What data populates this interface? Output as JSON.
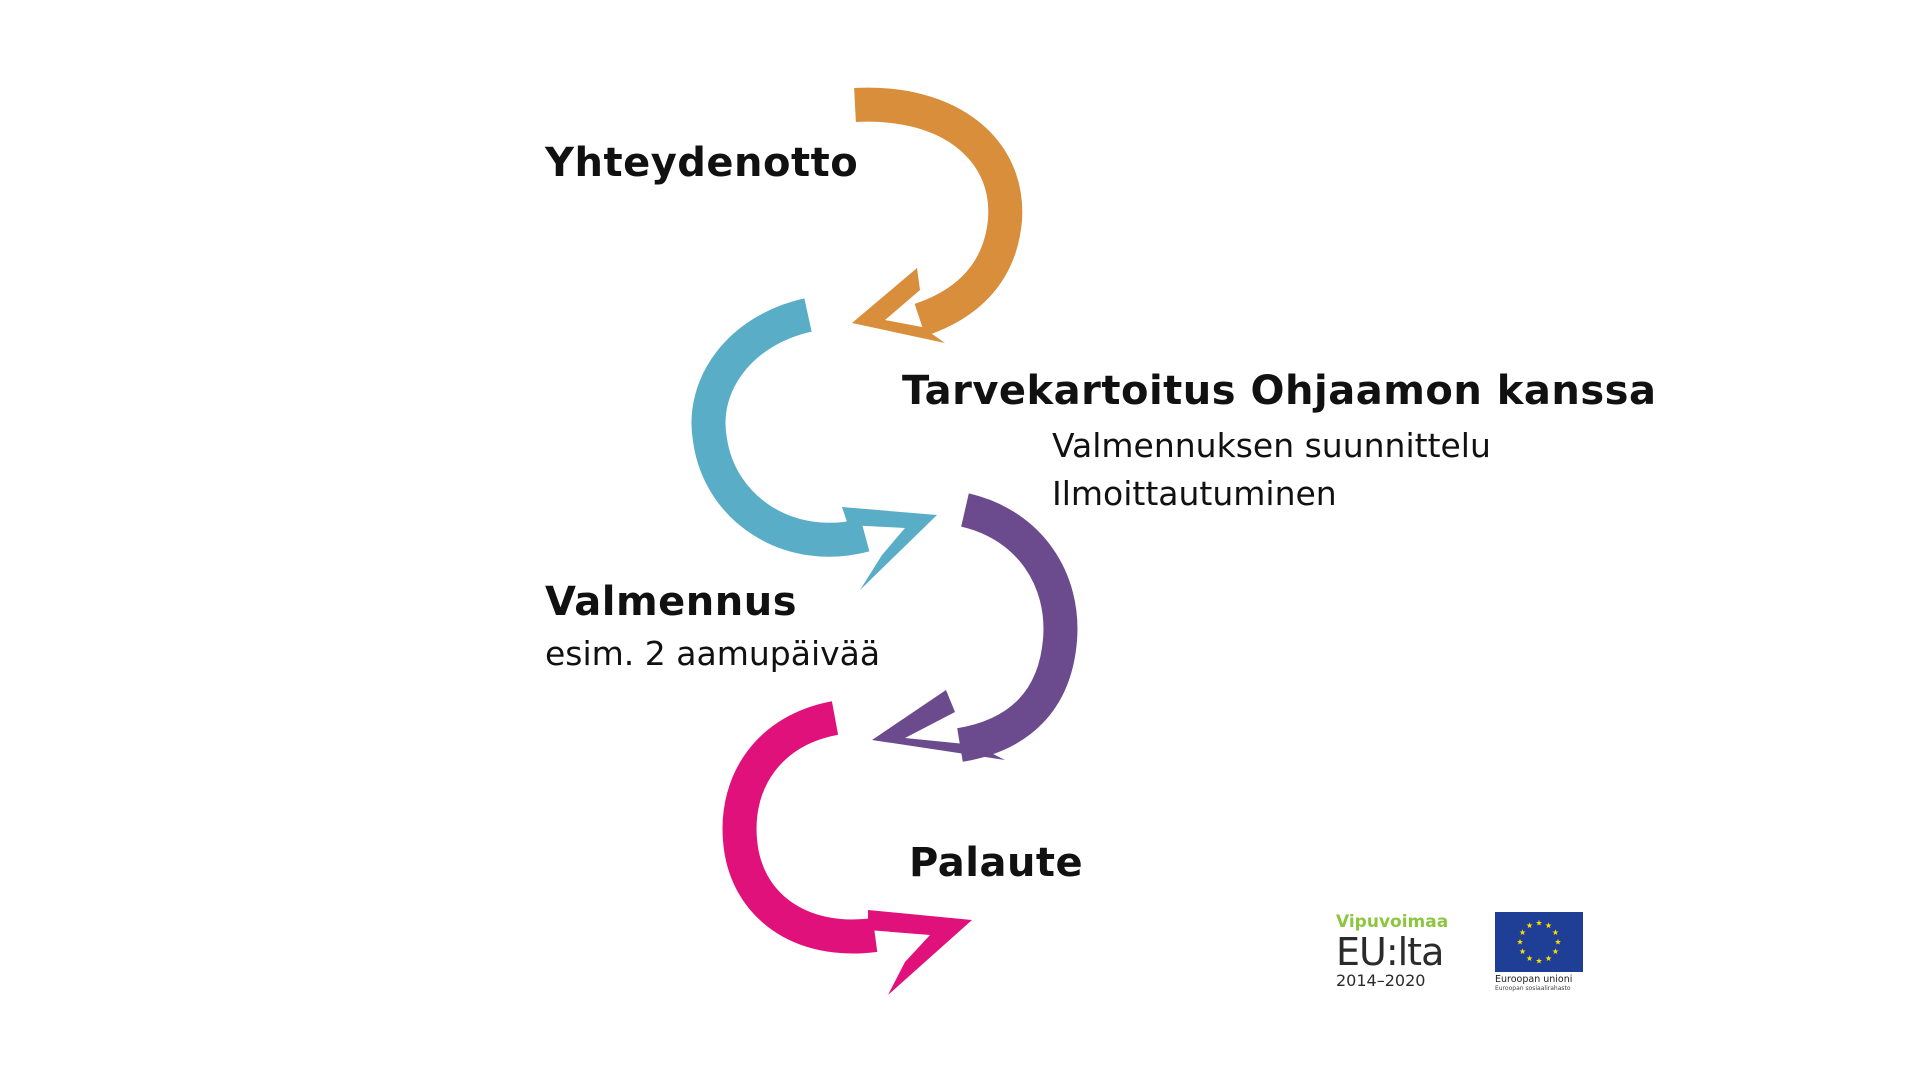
{
  "steps": [
    {
      "title": "Yhteydenotto",
      "color": "#d88e3a",
      "details": []
    },
    {
      "title": "Tarvekartoitus Ohjaamon kanssa",
      "color": "#5aadc6",
      "details": [
        "Valmennuksen suunnittelu",
        "Ilmoittautuminen"
      ]
    },
    {
      "title": "Valmennus",
      "color": "#6b4a8e",
      "details": [
        "esim. 2 aamupäivää"
      ]
    },
    {
      "title": "Palaute",
      "color": "#e0117a",
      "details": []
    }
  ],
  "footer": {
    "vipuvoimaa": {
      "small": "Vipuvoimaa",
      "big": "EU:lta",
      "years": "2014–2020"
    },
    "eu": {
      "label": "Euroopan unioni",
      "sublabel": "Euroopan sosiaalirahasto",
      "flag_color": "#1f3f97",
      "star_color": "#ffdd00"
    }
  }
}
